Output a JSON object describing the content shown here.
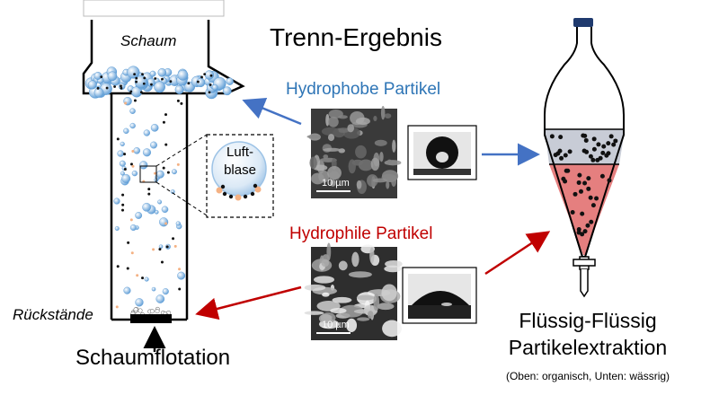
{
  "title": "Trenn-Ergebnis",
  "labels": {
    "hydrophobic": "Hydrophobe Partikel",
    "hydrophilic": "Hydrophile Partikel",
    "foam": "Schaum",
    "residues": "Rückstände",
    "flotation": "Schaumflotation",
    "air_bubble_line1": "Luft-",
    "air_bubble_line2": "blase",
    "extraction_line1": "Flüssig-Flüssig",
    "extraction_line2": "Partikelextraktion",
    "extraction_note": "(Oben: organisch, Unten: wässrig)",
    "scale_bar_top": "10 µm",
    "scale_bar_bottom": "10 µm"
  },
  "colors": {
    "hydrophobic_blue": "#2e75b6",
    "hydrophilic_red": "#c00000",
    "arrow_blue": "#4472c4",
    "bubble_blue": "#9dc3e6",
    "organic_phase": "#c8ccd6",
    "aqueous_phase": "#e57f7f",
    "particle_orange": "#f4b183"
  }
}
